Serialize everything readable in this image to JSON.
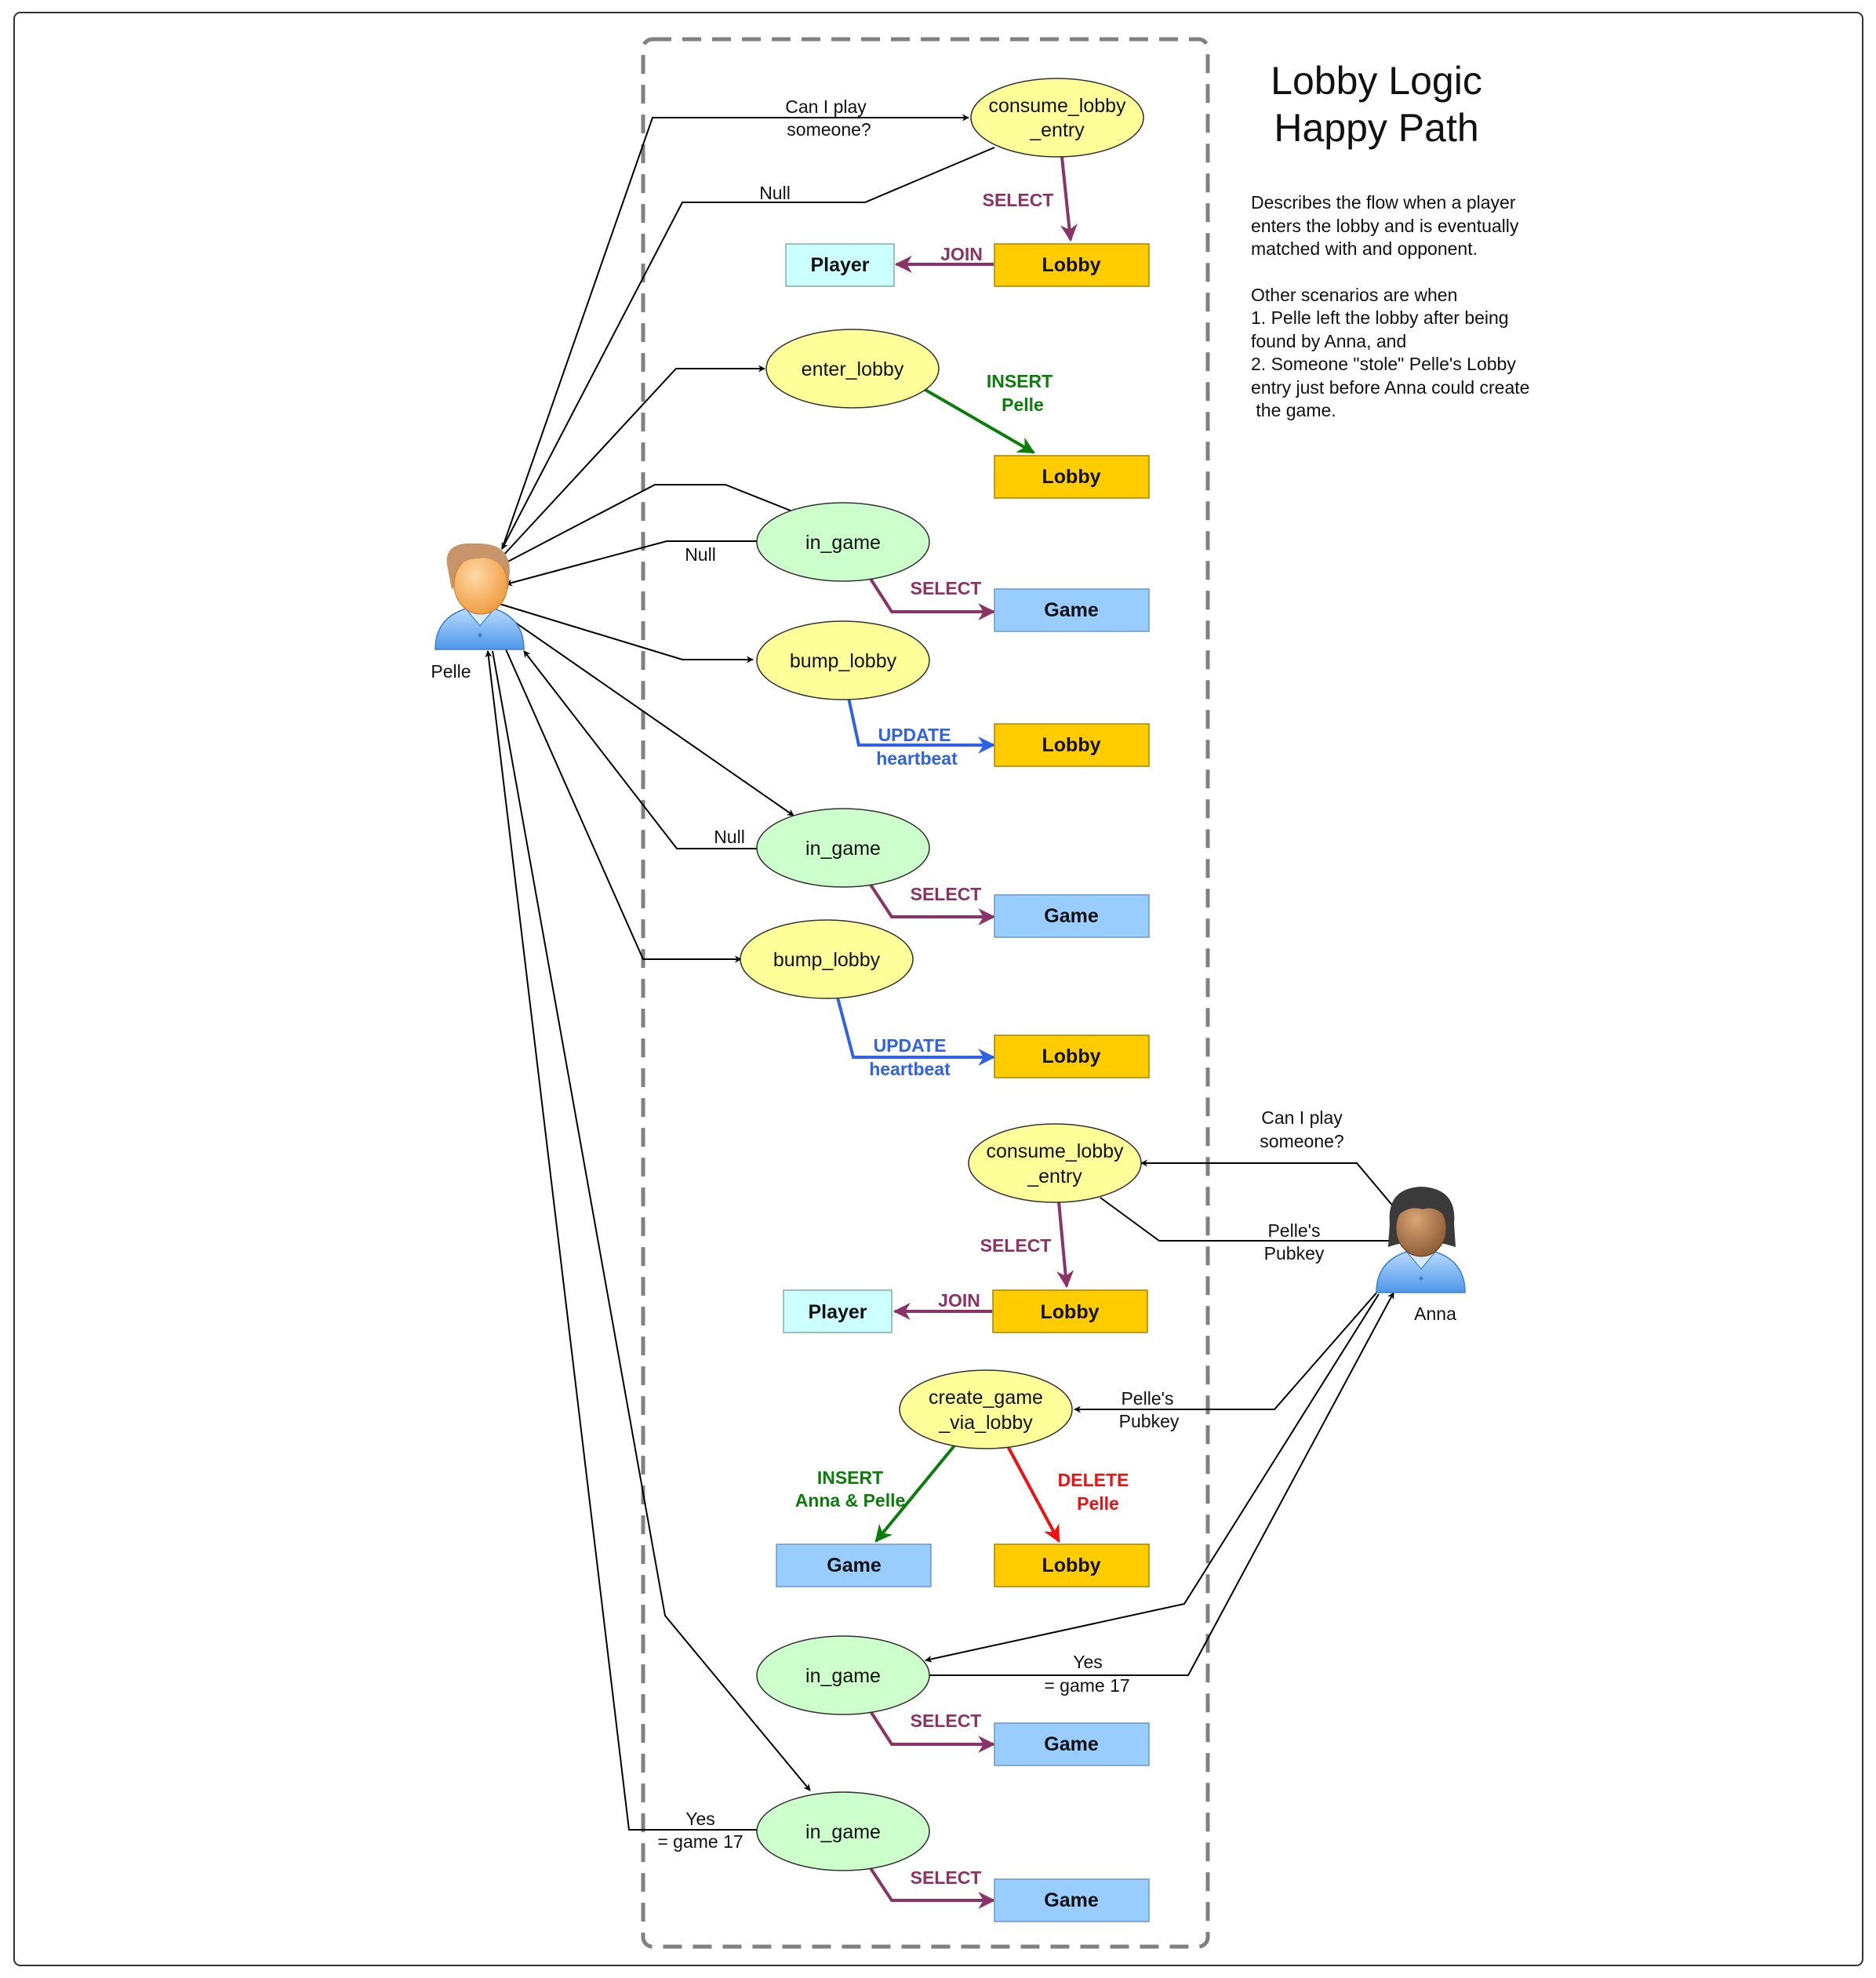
{
  "title": {
    "line1": "Lobby Logic",
    "line2": "Happy Path"
  },
  "description": [
    "Describes the flow when a player",
    "enters the lobby and is eventually",
    "matched with and opponent.",
    "",
    "Other scenarios are when",
    "1. Pelle left the lobby after being",
    "found by Anna, and",
    "2. Someone \"stole\" Pelle's Lobby",
    "entry just before Anna could create",
    " the game."
  ],
  "actors": {
    "pelle": "Pelle",
    "anna": "Anna"
  },
  "functions": {
    "consume_lobby_1": [
      "consume_lobby",
      "_entry"
    ],
    "enter_lobby": "enter_lobby",
    "in_game_1": "in_game",
    "bump_lobby_1": "bump_lobby",
    "in_game_2": "in_game",
    "bump_lobby_2": "bump_lobby",
    "consume_lobby_2": [
      "consume_lobby",
      "_entry"
    ],
    "create_game": [
      "create_game",
      "_via_lobby"
    ],
    "in_game_3": "in_game",
    "in_game_4": "in_game"
  },
  "tables": {
    "player_1": "Player",
    "lobby_1": "Lobby",
    "lobby_2": "Lobby",
    "game_1": "Game",
    "lobby_3": "Lobby",
    "game_2": "Game",
    "lobby_4": "Lobby",
    "player_2": "Player",
    "lobby_5": "Lobby",
    "game_3": "Game",
    "lobby_6": "Lobby",
    "game_4": "Game",
    "game_5": "Game"
  },
  "operations": {
    "select_1": "SELECT",
    "join_1": "JOIN",
    "insert_1": [
      "INSERT",
      "Pelle"
    ],
    "select_2": "SELECT",
    "update_1": [
      "UPDATE",
      "heartbeat"
    ],
    "select_3": "SELECT",
    "update_2": [
      "UPDATE",
      "heartbeat"
    ],
    "select_4": "SELECT",
    "join_2": "JOIN",
    "insert_2": [
      "INSERT",
      "Anna & Pelle"
    ],
    "delete_1": [
      "DELETE",
      "Pelle"
    ],
    "select_5": "SELECT",
    "select_6": "SELECT"
  },
  "edge_labels": {
    "can_i_play_1": [
      "Can I play",
      "someone?"
    ],
    "null_1": "Null",
    "null_2": "Null",
    "null_3": "Null",
    "can_i_play_2": [
      "Can I play",
      "someone?"
    ],
    "pelles_pubkey_1": [
      "Pelle's",
      "Pubkey"
    ],
    "pelles_pubkey_2": [
      "Pelle's",
      "Pubkey"
    ],
    "yes_1": [
      "Yes",
      "= game 17"
    ],
    "yes_2": [
      "Yes",
      "= game 17"
    ]
  },
  "colors": {
    "select_join": "#8b3366",
    "insert": "#0a7d0a",
    "update": "#2f62e6",
    "delete": "#ee1111",
    "func_yellow": "#ffff99",
    "func_green": "#ccffcc",
    "table_lobby": "#ffcc00",
    "table_game": "#99ccff",
    "table_player": "#ccffff"
  }
}
